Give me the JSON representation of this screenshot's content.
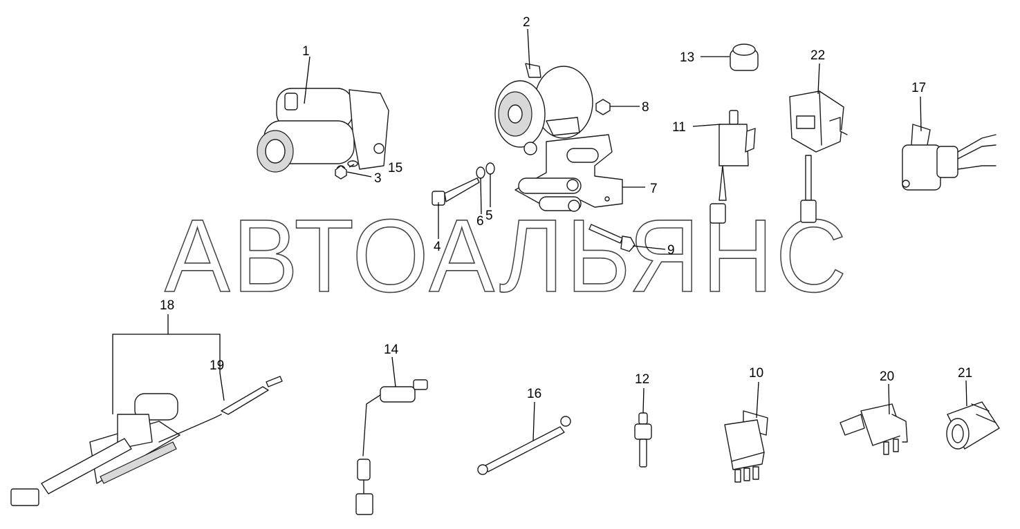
{
  "watermark": "АВТОАЛЬЯНС",
  "callouts": {
    "c1": "1",
    "c2": "2",
    "c3": "3",
    "c4": "4",
    "c5": "5",
    "c6": "6",
    "c7": "7",
    "c8": "8",
    "c9": "9",
    "c10": "10",
    "c11": "11",
    "c12": "12",
    "c13": "13",
    "c14": "14",
    "c15": "15",
    "c16": "16",
    "c17": "17",
    "c18": "18",
    "c19": "19",
    "c20": "20",
    "c21": "21",
    "c22": "22"
  }
}
